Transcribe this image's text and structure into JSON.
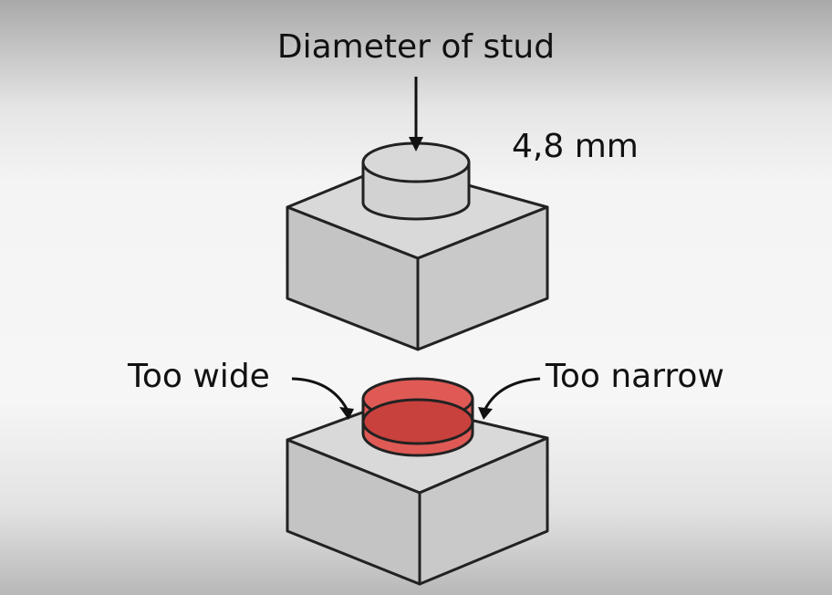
{
  "labels": {
    "title": "Diameter of stud",
    "measurement": "4,8 mm",
    "too_wide": "Too wide",
    "too_narrow": "Too narrow"
  },
  "colors": {
    "brick_top": "#d9d9d9",
    "brick_left": "#c4c4c4",
    "brick_right": "#c9c9c9",
    "stud_fill": "#d2d2d2",
    "stud_top": "#d8d8d8",
    "hole_fill": "#e05a55",
    "hole_inner": "#c8413d",
    "outline": "#222222"
  }
}
